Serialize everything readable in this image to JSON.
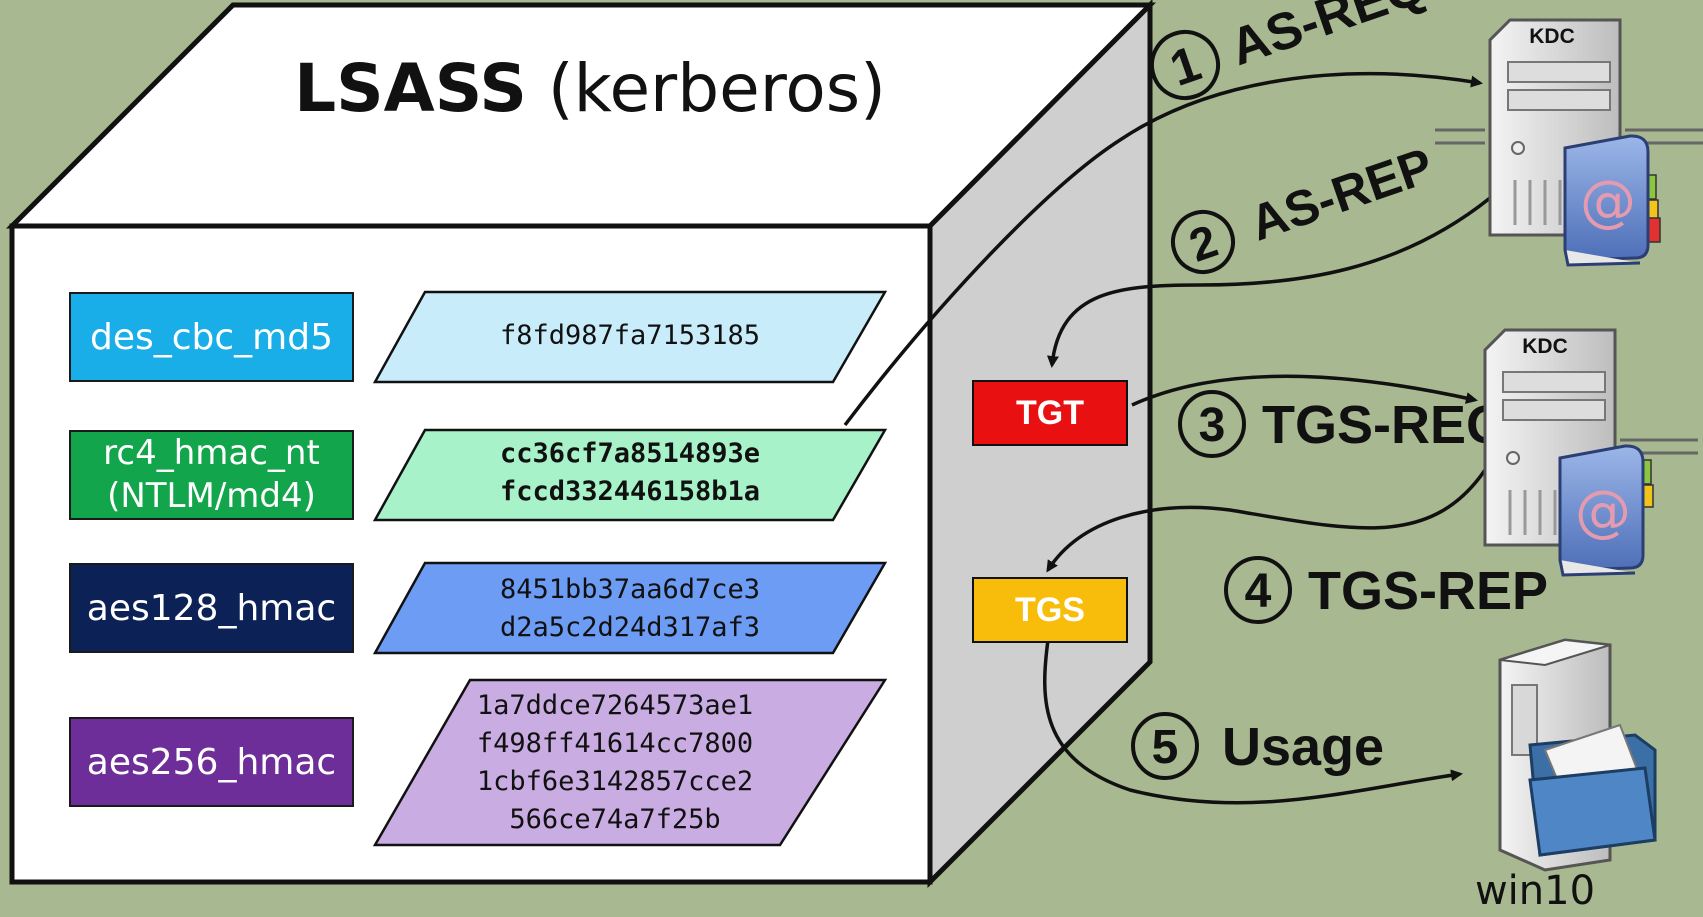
{
  "title": {
    "bold": "LSASS",
    "rest": " (kerberos)"
  },
  "keys": [
    {
      "name": "des_cbc_md5",
      "hash_lines": [
        "f8fd987fa7153185"
      ],
      "color": "#1aaee8",
      "hash_color": "#c9ecfb"
    },
    {
      "name": "rc4_hmac_nt\n(NTLM/md4)",
      "hash_lines": [
        "cc36cf7a8514893e",
        "fccd332446158b1a"
      ],
      "color": "#13a54c",
      "hash_color": "#a8f2c9"
    },
    {
      "name": "aes128_hmac",
      "hash_lines": [
        "8451bb37aa6d7ce3",
        "d2a5c2d24d317af3"
      ],
      "color": "#0c2156",
      "hash_color": "#6d9cf5"
    },
    {
      "name": "aes256_hmac",
      "hash_lines": [
        "1a7ddce7264573ae1",
        "f498ff41614cc7800",
        "1cbf6e3142857cce2",
        "566ce74a7f25b"
      ],
      "color": "#6e2e9a",
      "hash_color": "#c9ace2"
    }
  ],
  "tickets": [
    {
      "label": "TGT",
      "color": "#e81010"
    },
    {
      "label": "TGS",
      "color": "#f8bd0a"
    }
  ],
  "steps": [
    {
      "num": "1",
      "label": "AS-REQ"
    },
    {
      "num": "2",
      "label": "AS-REP"
    },
    {
      "num": "3",
      "label": "TGS-REQ"
    },
    {
      "num": "4",
      "label": "TGS-REP"
    },
    {
      "num": "5",
      "label": "Usage"
    }
  ],
  "servers": [
    {
      "label": "KDC"
    },
    {
      "label": "KDC"
    }
  ],
  "workstation": {
    "label": "win10"
  }
}
